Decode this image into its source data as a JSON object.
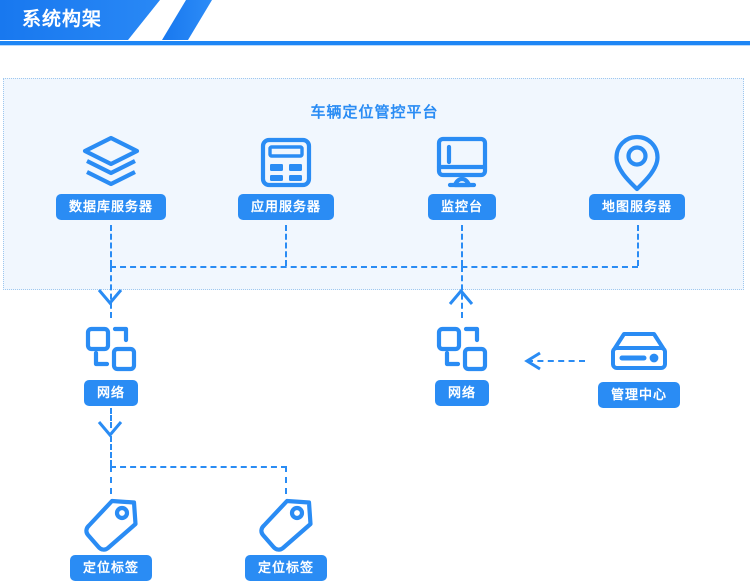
{
  "header": {
    "title": "系统构架",
    "accent_color": "#2a8cf4",
    "rule_color": "#1e86f5"
  },
  "platform": {
    "title": "车辆定位管控平台",
    "background": "#f1f7fe",
    "border_color": "#9fc8ef",
    "nodes": [
      {
        "id": "database-server",
        "label": "数据库服务器",
        "icon": "database-stack-icon"
      },
      {
        "id": "application-server",
        "label": "应用服务器",
        "icon": "application-server-icon"
      },
      {
        "id": "monitor-console",
        "label": "监控台",
        "icon": "monitor-icon"
      },
      {
        "id": "map-server",
        "label": "地图服务器",
        "icon": "map-pin-icon"
      }
    ]
  },
  "network_row": {
    "nodes": [
      {
        "id": "network-left",
        "label": "网络",
        "icon": "network-topology-icon"
      },
      {
        "id": "network-right",
        "label": "网络",
        "icon": "network-topology-icon"
      },
      {
        "id": "management-center",
        "label": "管理中心",
        "icon": "server-rack-icon"
      }
    ]
  },
  "tag_row": {
    "nodes": [
      {
        "id": "locator-tag-left",
        "label": "定位标签",
        "icon": "tag-icon"
      },
      {
        "id": "locator-tag-right",
        "label": "定位标签",
        "icon": "tag-icon"
      }
    ]
  },
  "connectors": {
    "style": "dashed",
    "color": "#2a8cf4",
    "links": [
      {
        "from": "database-server",
        "to": "bus",
        "direction": "down"
      },
      {
        "from": "application-server",
        "to": "bus",
        "direction": "down"
      },
      {
        "from": "monitor-console",
        "to": "bus",
        "direction": "down"
      },
      {
        "from": "map-server",
        "to": "bus",
        "direction": "down"
      },
      {
        "from": "bus",
        "to": "network-left",
        "direction": "down"
      },
      {
        "from": "network-right",
        "to": "bus",
        "direction": "up"
      },
      {
        "from": "management-center",
        "to": "network-right",
        "direction": "left"
      },
      {
        "from": "network-left",
        "to": "locator-tag-left",
        "direction": "down"
      },
      {
        "from": "network-left",
        "to": "locator-tag-right",
        "direction": "down"
      }
    ]
  }
}
